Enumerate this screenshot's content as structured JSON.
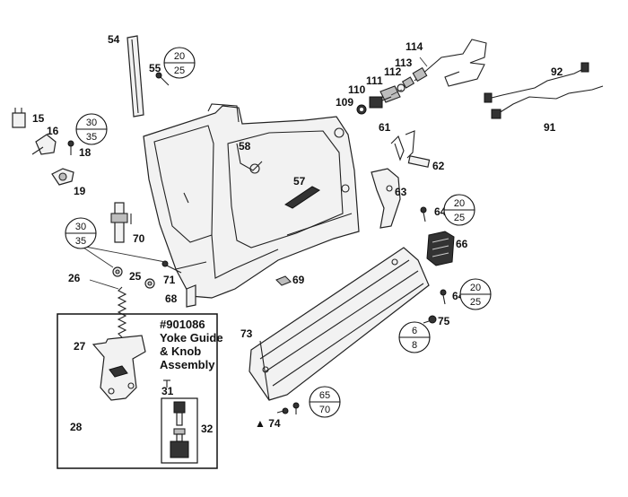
{
  "part_labels": [
    {
      "id": "54",
      "text": "54"
    },
    {
      "id": "55",
      "text": "55"
    },
    {
      "id": "15",
      "text": "15"
    },
    {
      "id": "16",
      "text": "16"
    },
    {
      "id": "18",
      "text": "18"
    },
    {
      "id": "19",
      "text": "19"
    },
    {
      "id": "58",
      "text": "58"
    },
    {
      "id": "57",
      "text": "57"
    },
    {
      "id": "114",
      "text": "114"
    },
    {
      "id": "113",
      "text": "113"
    },
    {
      "id": "112",
      "text": "112"
    },
    {
      "id": "111",
      "text": "111"
    },
    {
      "id": "110",
      "text": "110"
    },
    {
      "id": "109",
      "text": "109"
    },
    {
      "id": "92",
      "text": "92"
    },
    {
      "id": "91",
      "text": "91"
    },
    {
      "id": "61",
      "text": "61"
    },
    {
      "id": "62",
      "text": "62"
    },
    {
      "id": "63",
      "text": "63"
    },
    {
      "id": "64a",
      "text": "64"
    },
    {
      "id": "66",
      "text": "66"
    },
    {
      "id": "64b",
      "text": "64"
    },
    {
      "id": "75",
      "text": "75"
    },
    {
      "id": "70",
      "text": "70"
    },
    {
      "id": "26",
      "text": "26"
    },
    {
      "id": "25",
      "text": "25"
    },
    {
      "id": "71",
      "text": "71"
    },
    {
      "id": "69",
      "text": "69"
    },
    {
      "id": "68",
      "text": "68"
    },
    {
      "id": "73",
      "text": "73"
    },
    {
      "id": "27",
      "text": "27"
    },
    {
      "id": "31",
      "text": "31"
    },
    {
      "id": "32",
      "text": "32"
    },
    {
      "id": "28",
      "text": "28"
    },
    {
      "id": "74",
      "text": "▲ 74"
    }
  ],
  "torque_callouts": [
    {
      "id": "t55",
      "top": "20",
      "bottom": "25"
    },
    {
      "id": "t18",
      "top": "30",
      "bottom": "35"
    },
    {
      "id": "t25",
      "top": "30",
      "bottom": "35"
    },
    {
      "id": "t64a",
      "top": "20",
      "bottom": "25"
    },
    {
      "id": "t64b",
      "top": "20",
      "bottom": "25"
    },
    {
      "id": "t75",
      "top": "6",
      "bottom": "8"
    },
    {
      "id": "t74",
      "top": "65",
      "bottom": "70"
    }
  ],
  "kit_box": {
    "line1": "#901086",
    "line2": "Yoke Guide",
    "line3": "& Knob",
    "line4": "Assembly"
  }
}
